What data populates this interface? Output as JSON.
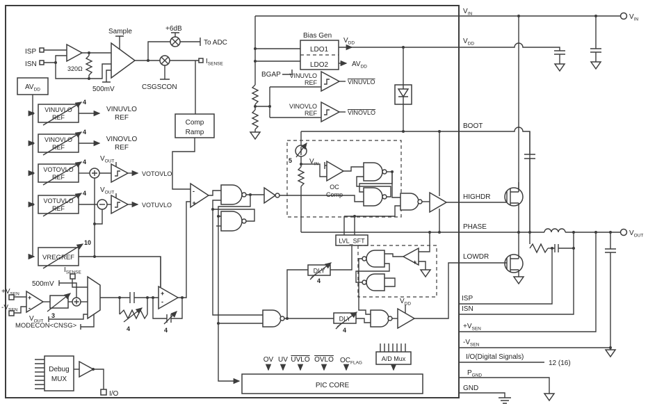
{
  "vin": {
    "m": "V",
    "s": "IN"
  },
  "vdd": {
    "m": "V",
    "s": "DD"
  },
  "vout": {
    "m": "V",
    "s": "OUT"
  },
  "avdd": {
    "m": "AV",
    "s": "DD"
  },
  "frontend": {
    "isp": "ISP",
    "isn": "ISN",
    "res": "320Ω",
    "sample": "Sample",
    "vref": "500mV",
    "gain": "+6dB",
    "to_adc": "To ADC",
    "csgscon": "CSGSCON",
    "isense": {
      "m": "I",
      "s": "SENSE"
    }
  },
  "refs": {
    "vinuvlo": {
      "l1": "VINUVLO",
      "l2": "REF",
      "bits": "4"
    },
    "vinovlo": {
      "l1": "VINOVLO",
      "l2": "REF",
      "bits": "4"
    },
    "votovlo": {
      "l1": "VOTOVLO",
      "l2": "REF",
      "bits": "4",
      "out": "VOTOVLO"
    },
    "votuvlo": {
      "l1": "VOTUVLO",
      "l2": "REF",
      "bits": "4",
      "out": "VOTUVLO"
    },
    "vregref": {
      "l1": "VREGREF",
      "bits": "10"
    }
  },
  "compramp": {
    "l1": "Comp",
    "l2": "Ramp"
  },
  "bias": {
    "title": "Bias Gen",
    "ldo1": "LDO1",
    "ldo2": "LDO2",
    "bgap": "BGAP",
    "vinuvlo_out": "VINUVLO",
    "vinovlo_out": "VINOVLO"
  },
  "oc": {
    "isrc": "5",
    "l1": "OC",
    "l2": "Comp"
  },
  "lvlsft": "LVL_SFT",
  "dly": {
    "label": "DLY",
    "bits": "4"
  },
  "pic": {
    "core": "PIC CORE",
    "ov": "OV",
    "uv": "UV",
    "uvlo": "UVLO",
    "ovlo": "OVLO",
    "oc": {
      "m": "OC",
      "s": "FLAG"
    },
    "admux": "A/D Mux"
  },
  "ea": {
    "vsen_p": {
      "m": "+V",
      "s": "SEN"
    },
    "vsen_n": {
      "m": "-V",
      "s": "SEN"
    },
    "gain": "3",
    "modecon": "MODECON<CNSG>",
    "c1": "4",
    "c2": "4"
  },
  "debug": {
    "l1": "Debug",
    "l2": "MUX",
    "io": "I/O"
  },
  "pins": {
    "boot": "BOOT",
    "highdr": "HIGHDR",
    "phase": "PHASE",
    "lowdr": "LOWDR",
    "io_digital": "I/O(Digital Signals)",
    "bus_width": "12 (16)",
    "pgnd": {
      "m": "P",
      "s": "GND"
    },
    "gnd": "GND"
  }
}
